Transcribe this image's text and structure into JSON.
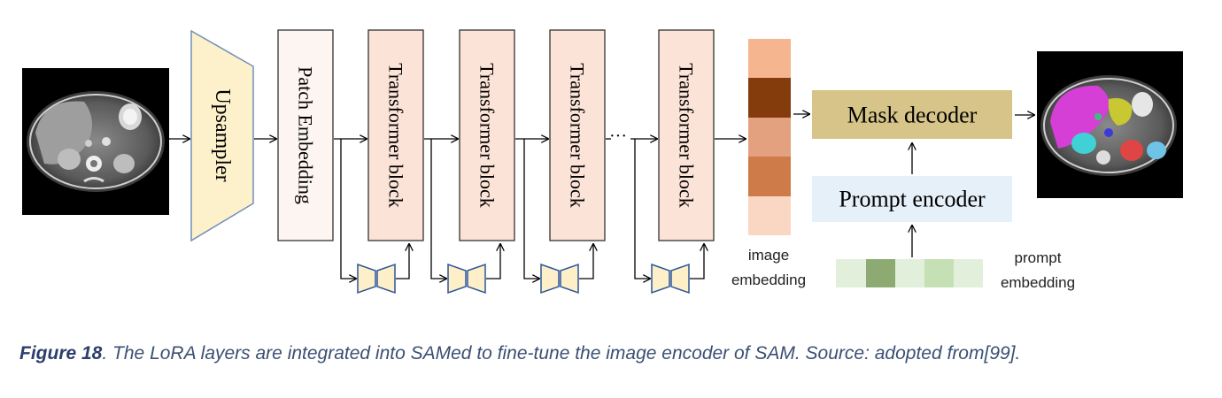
{
  "diagram": {
    "upsampler": "Upsampler",
    "patch_embedding": "Patch Embedding",
    "transformer_blocks": [
      "Transformer block",
      "Transformer block",
      "Transformer block",
      "Transformer block"
    ],
    "ellipsis": "···",
    "image_embedding": [
      "image",
      "embedding"
    ],
    "mask_decoder": "Mask decoder",
    "prompt_encoder": "Prompt encoder",
    "prompt_embedding": [
      "prompt",
      "embedding"
    ],
    "colors": {
      "upsampler_fill": "#fdf1cc",
      "upsampler_stroke": "#6f8fb8",
      "patch_fill": "#fdf5f1",
      "transformer_fill": "#fbe3d7",
      "lora_fill": "#fdf0c8",
      "lora_stroke": "#2f5597",
      "mask_decoder_fill": "#d6c489",
      "prompt_encoder_fill": "#e6f0f9",
      "image_embedding_cells": [
        "#f5b58f",
        "#843c0c",
        "#e3a17f",
        "#cf7b49",
        "#fad7c3"
      ],
      "prompt_embedding_cells": [
        "#e2efda",
        "#8caa72",
        "#e2efda",
        "#c5e0b4",
        "#e2efda"
      ]
    }
  },
  "caption": {
    "figure_label": "Figure 18",
    "text": ". The LoRA layers are integrated into SAMed to fine-tune the image encoder of SAM. Source: adopted from[99]."
  }
}
